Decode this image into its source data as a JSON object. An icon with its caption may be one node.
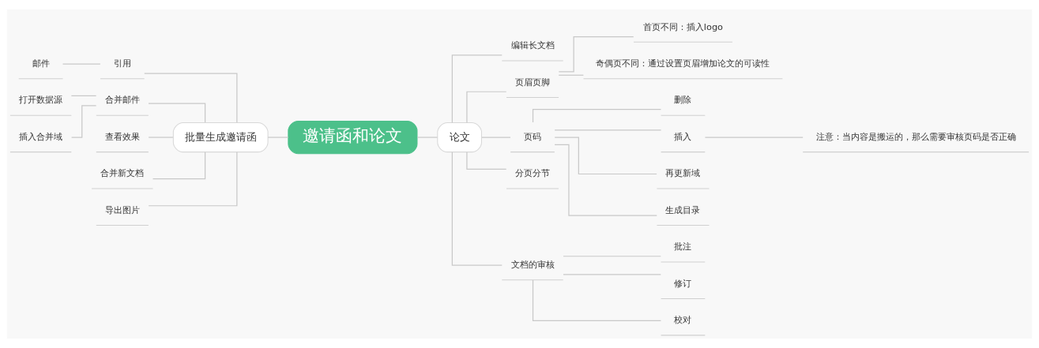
{
  "diagram": {
    "nodes": [
      {
        "text": [
          "邀请函和论文"
        ]
      },
      {
        "text": [
          "批量生成邀请函"
        ]
      },
      {
        "text": [
          "引用"
        ]
      },
      {
        "text": [
          "邮件"
        ]
      },
      {
        "text": [
          "合并邮件"
        ]
      },
      {
        "text": [
          "打开数据源"
        ]
      },
      {
        "text": [
          "插入合并域"
        ]
      },
      {
        "text": [
          "查看效果"
        ]
      },
      {
        "text": [
          "合并新文档"
        ]
      },
      {
        "text": [
          "导出图片"
        ]
      },
      {
        "text": [
          "论文"
        ]
      },
      {
        "text": [
          "编辑长文档"
        ]
      },
      {
        "text": [
          "页眉页脚"
        ]
      },
      {
        "text": [
          "首页不同：插入logo"
        ]
      },
      {
        "text": [
          "奇偶页不同：通过设置页眉增加论文的可读性"
        ]
      },
      {
        "text": [
          "页码"
        ]
      },
      {
        "text": [
          "删除"
        ]
      },
      {
        "text": [
          "插入"
        ]
      },
      {
        "text": [
          "注意：当内容是搬运的，那么需要审核页码是否正确"
        ]
      },
      {
        "text": [
          "再更新域"
        ]
      },
      {
        "text": [
          "生成目录"
        ]
      },
      {
        "text": [
          "分页分节"
        ]
      },
      {
        "text": [
          "文档的审核"
        ]
      },
      {
        "text": [
          "批注"
        ]
      },
      {
        "text": [
          "修订"
        ]
      },
      {
        "text": [
          "校对"
        ]
      }
    ],
    "edges": [
      {
        "from": 0,
        "to": 1,
        "arrow": "none"
      },
      {
        "from": 1,
        "to": 2,
        "arrow": "none"
      },
      {
        "from": 2,
        "to": 3,
        "arrow": "none"
      },
      {
        "from": 1,
        "to": 4,
        "arrow": "none"
      },
      {
        "from": 4,
        "to": 5,
        "arrow": "none"
      },
      {
        "from": 4,
        "to": 6,
        "arrow": "none"
      },
      {
        "from": 1,
        "to": 7,
        "arrow": "none"
      },
      {
        "from": 1,
        "to": 8,
        "arrow": "none"
      },
      {
        "from": 1,
        "to": 9,
        "arrow": "none"
      },
      {
        "from": 0,
        "to": 10,
        "arrow": "none"
      },
      {
        "from": 10,
        "to": 11,
        "arrow": "none"
      },
      {
        "from": 10,
        "to": 12,
        "arrow": "none"
      },
      {
        "from": 12,
        "to": 13,
        "arrow": "none"
      },
      {
        "from": 12,
        "to": 14,
        "arrow": "none"
      },
      {
        "from": 10,
        "to": 15,
        "arrow": "none"
      },
      {
        "from": 15,
        "to": 16,
        "arrow": "none"
      },
      {
        "from": 15,
        "to": 17,
        "arrow": "none"
      },
      {
        "from": 17,
        "to": 18,
        "arrow": "none"
      },
      {
        "from": 15,
        "to": 19,
        "arrow": "none"
      },
      {
        "from": 15,
        "to": 20,
        "arrow": "none"
      },
      {
        "from": 10,
        "to": 21,
        "arrow": "none"
      },
      {
        "from": 10,
        "to": 22,
        "arrow": "none"
      },
      {
        "from": 22,
        "to": 23,
        "arrow": "none"
      },
      {
        "from": 22,
        "to": 24,
        "arrow": "none"
      },
      {
        "from": 22,
        "to": 25,
        "arrow": "none"
      }
    ]
  }
}
